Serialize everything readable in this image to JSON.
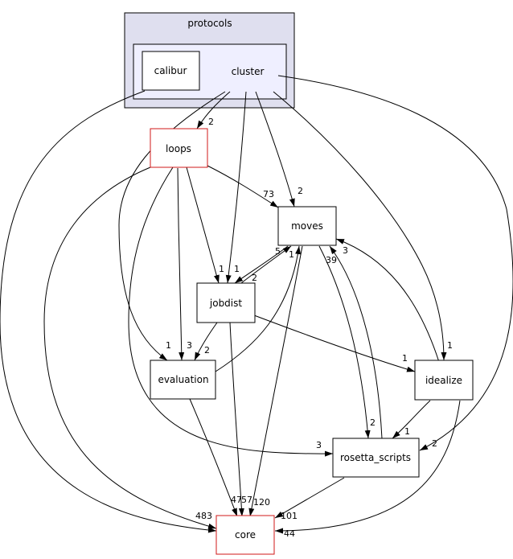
{
  "clusters": {
    "outer_label": "protocols",
    "outer_fill": "#dfdfef",
    "inner_fill": "#efefff"
  },
  "nodes": {
    "calibur": "calibur",
    "cluster": "cluster",
    "loops": "loops",
    "moves": "moves",
    "jobdist": "jobdist",
    "evaluation": "evaluation",
    "idealize": "idealize",
    "rosetta_scripts": "rosetta_scripts",
    "core": "core"
  },
  "edge_labels": {
    "cluster_loops": "2",
    "cluster_moves": "2",
    "cluster_jobdist": "1",
    "cluster_evaluation": "1",
    "cluster_idealize": "1",
    "cluster_rosetta_scripts": "2",
    "calibur_core": "483",
    "loops_moves": "73",
    "loops_jobdist": "1",
    "loops_evaluation": "3",
    "loops_rosetta_scripts": "3",
    "moves_jobdist": "2",
    "jobdist_moves": "5",
    "evaluation_moves": "1",
    "idealize_moves": "3",
    "rosetta_scripts_moves": "39",
    "moves_rosetta_scripts": "2",
    "jobdist_evaluation": "2",
    "jobdist_idealize": "1",
    "idealize_rosetta_scripts": "1",
    "evaluation_core": "47",
    "jobdist_core": "57",
    "moves_core": "120",
    "rosetta_scripts_core": "101",
    "idealize_core": "44"
  },
  "colors": {
    "red_border": "#d01818"
  }
}
